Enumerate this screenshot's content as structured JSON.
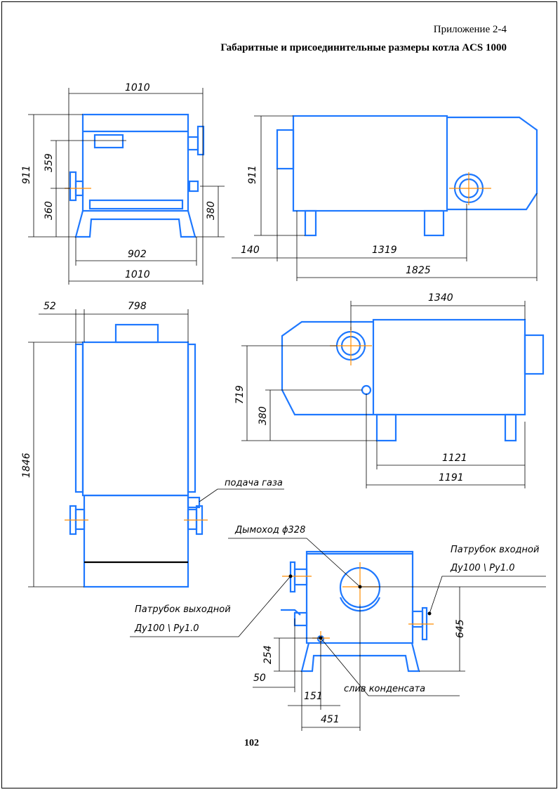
{
  "header": {
    "appendix": "Приложение 2-4",
    "title": "Габаритные и присоединительные размеры котла ACS 1000"
  },
  "front_view": {
    "width_top": "1010",
    "height": "911",
    "upper": "359",
    "lower": "360",
    "right": "380",
    "base": "902",
    "width_bottom": "1010"
  },
  "side_view": {
    "height": "911",
    "offset": "140",
    "body": "1319",
    "total": "1825"
  },
  "top_view": {
    "offset": "52",
    "width": "798",
    "length": "1846",
    "gas_label": "подача газа"
  },
  "rear_side_view": {
    "length": "1340",
    "height": "719",
    "lower": "380",
    "inner": "1121",
    "outer": "1191"
  },
  "rear_view": {
    "flue_label": "Дымоход ϕ328",
    "inlet_label": "Патрубок входной",
    "inlet_spec": "Ду100 \\ Ру1.0",
    "outlet_label": "Патрубок выходной",
    "outlet_spec": "Ду100 \\ Ру1.0",
    "drain_label": "слив конденсата",
    "dim_645": "645",
    "dim_254": "254",
    "dim_50": "50",
    "dim_151": "151",
    "dim_451": "451"
  },
  "page_number": "102",
  "colors": {
    "outline": "#1e78ff",
    "axis": "#ff8c00",
    "dimension": "#000000"
  }
}
